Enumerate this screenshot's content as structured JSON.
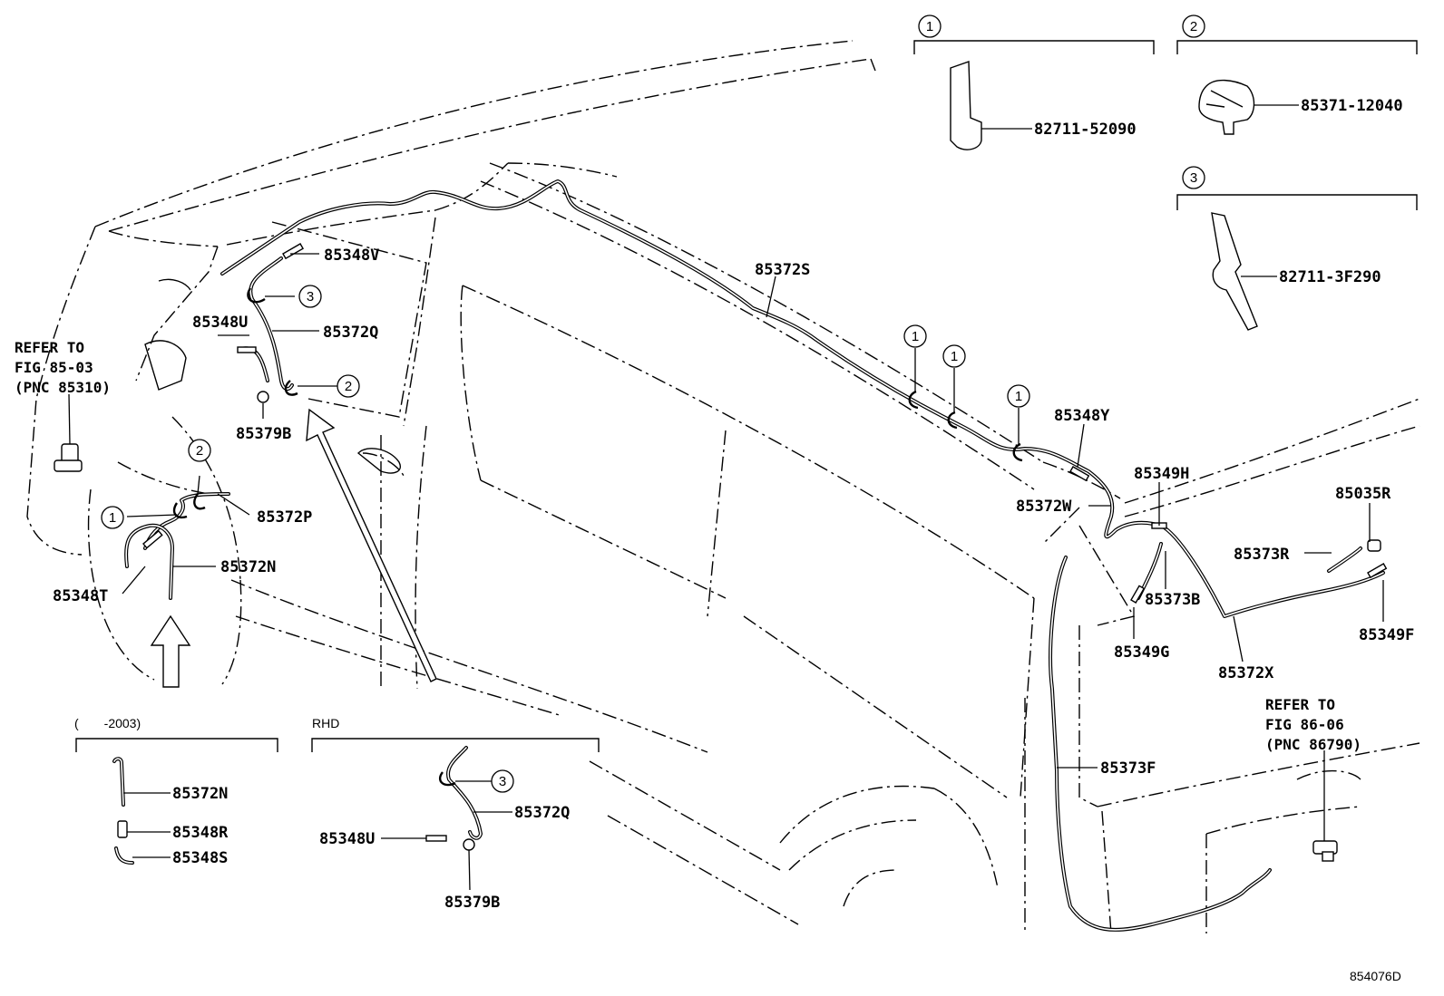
{
  "diagram_id": "854076D",
  "callouts": {
    "p85348V": "85348V",
    "p85372S": "85372S",
    "p85348U": "85348U",
    "p85372Q": "85372Q",
    "p85379B": "85379B",
    "p85372P": "85372P",
    "p85372N": "85372N",
    "p85348T": "85348T",
    "p85348Y": "85348Y",
    "p85349H": "85349H",
    "p85372W": "85372W",
    "p85035R": "85035R",
    "p85373R": "85373R",
    "p85373B": "85373B",
    "p85349G": "85349G",
    "p85349F": "85349F",
    "p85372X": "85372X",
    "p85373F": "85373F"
  },
  "refer_front": {
    "line1": "REFER TO",
    "line2": "FIG 85-03",
    "line3": "(PNC 85310)"
  },
  "refer_rear": {
    "line1": "REFER TO",
    "line2": "FIG 86-06",
    "line3": "(PNC 86790)"
  },
  "circle_numbers": {
    "one": "1",
    "two": "2",
    "three": "3"
  },
  "detail_1": {
    "number": "1",
    "part_no": "82711-52090"
  },
  "detail_2": {
    "number": "2",
    "part_no": "85371-12040"
  },
  "detail_3": {
    "number": "3",
    "part_no": "82711-3F290"
  },
  "inset_2003": {
    "header": "(　　-2003)",
    "parts": [
      "85372N",
      "85348R",
      "85348S"
    ]
  },
  "inset_rhd": {
    "header": "RHD",
    "parts": {
      "clip": "3",
      "hose": "85372Q",
      "joint": "85348U",
      "grommet": "85379B"
    }
  }
}
